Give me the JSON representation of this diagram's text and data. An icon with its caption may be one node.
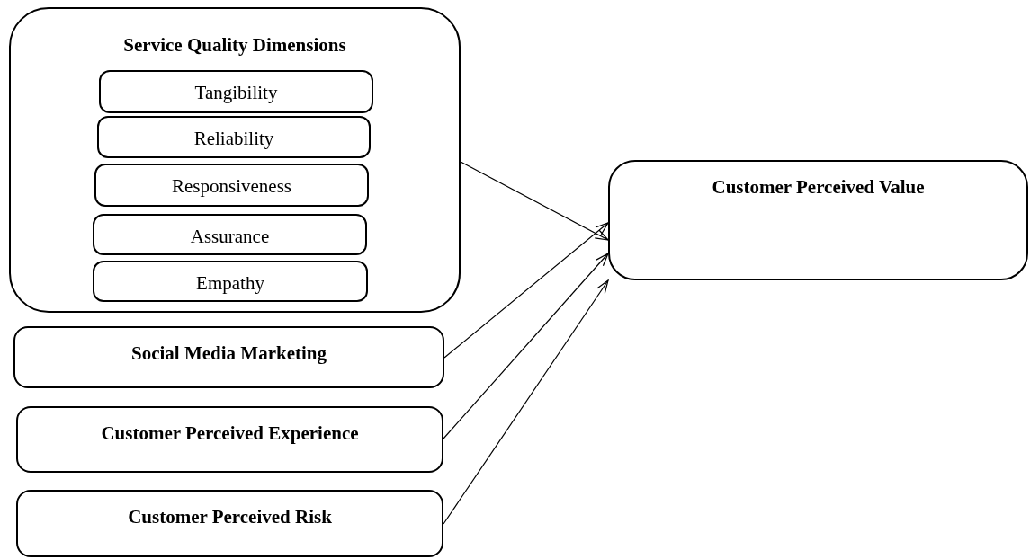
{
  "diagram": {
    "nodes": [
      {
        "text": [
          "Service Quality Dimensions"
        ]
      },
      {
        "text": [
          "Tangibility"
        ],
        "in": 0
      },
      {
        "text": [
          "Reliability"
        ],
        "in": 0
      },
      {
        "text": [
          "Responsiveness"
        ],
        "in": 0
      },
      {
        "text": [
          "Assurance"
        ],
        "in": 0
      },
      {
        "text": [
          "Empathy"
        ],
        "in": 0
      },
      {
        "text": [
          "Social Media Marketing"
        ]
      },
      {
        "text": [
          "Customer Perceived Experience"
        ]
      },
      {
        "text": [
          "Customer Perceived Risk"
        ]
      },
      {
        "text": [
          "Customer Perceived Value"
        ]
      }
    ],
    "edges": [
      {
        "from": 0,
        "to": 9,
        "arrow": "to"
      },
      {
        "from": 6,
        "to": 9,
        "arrow": "to"
      },
      {
        "from": 7,
        "to": 9,
        "arrow": "to"
      },
      {
        "from": 8,
        "to": 9,
        "arrow": "to"
      }
    ]
  }
}
